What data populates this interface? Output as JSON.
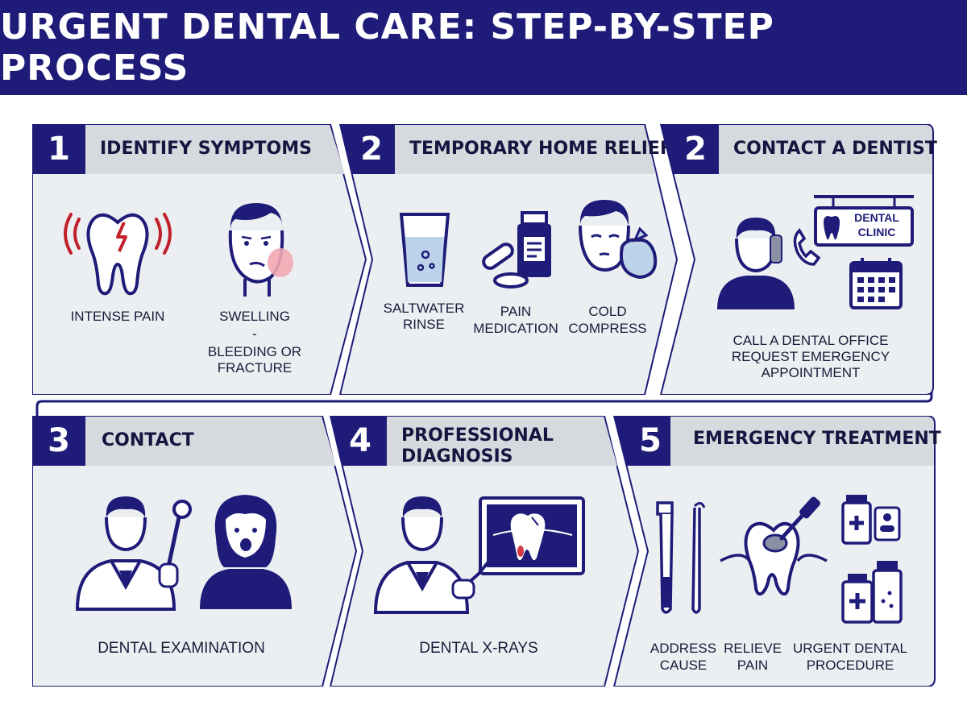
{
  "title": "URGENT DENTAL CARE: STEP-BY-STEP PROCESS",
  "colors": {
    "navy": "#1e1c78",
    "panel": "#eceff2",
    "header_strip": "#d6d9de",
    "red": "#c0202a",
    "pink": "#f3a9b3",
    "ice": "#bcd3ea"
  },
  "steps": [
    {
      "number": "1",
      "title": "IDENTIFY SYMPTOMS",
      "items": [
        {
          "icon": "tooth-pain-icon",
          "label": "INTENSE PAIN"
        },
        {
          "icon": "swollen-face-icon",
          "label": "SWELLING",
          "sep": "-",
          "label2": "BLEEDING OR",
          "label3": "FRACTURE"
        }
      ]
    },
    {
      "number": "2",
      "title": "TEMPORARY HOME RELIEF",
      "items": [
        {
          "icon": "water-glass-icon",
          "label": "SALTWATER",
          "label2": "RINSE"
        },
        {
          "icon": "medication-icon",
          "label": "PAIN",
          "label2": "MEDICATION"
        },
        {
          "icon": "cold-compress-icon",
          "label": "COLD",
          "label2": "COMPRESS"
        }
      ]
    },
    {
      "number": "2",
      "title": "CONTACT A DENTIST",
      "sign": {
        "line1": "DENTAL",
        "line2": "CLINIC"
      },
      "items": [
        {
          "icon": "phone-call-icon",
          "label": "CALL A DENTAL OFFICE",
          "label2": "REQUEST EMERGENCY",
          "label3": "APPOINTMENT"
        }
      ]
    },
    {
      "number": "3",
      "title": "CONTACT",
      "items": [
        {
          "icon": "dentist-patient-icon",
          "label": "DENTAL EXAMINATION"
        }
      ]
    },
    {
      "number": "4",
      "title": "PROFESSIONAL",
      "title2": "DIAGNOSIS",
      "items": [
        {
          "icon": "xray-icon",
          "label": "DENTAL X-RAYS"
        }
      ]
    },
    {
      "number": "5",
      "title": "EMERGENCY TREATMENT",
      "items": [
        {
          "icon": "dental-tools-icon",
          "label": "ADDRESS",
          "label2": "CAUSE"
        },
        {
          "icon": "tooth-treatment-icon",
          "label": "RELIEVE",
          "label2": "PAIN"
        },
        {
          "icon": "medicine-bottles-icon",
          "label": "URGENT DENTAL",
          "label2": "PROCEDURE"
        }
      ]
    }
  ]
}
